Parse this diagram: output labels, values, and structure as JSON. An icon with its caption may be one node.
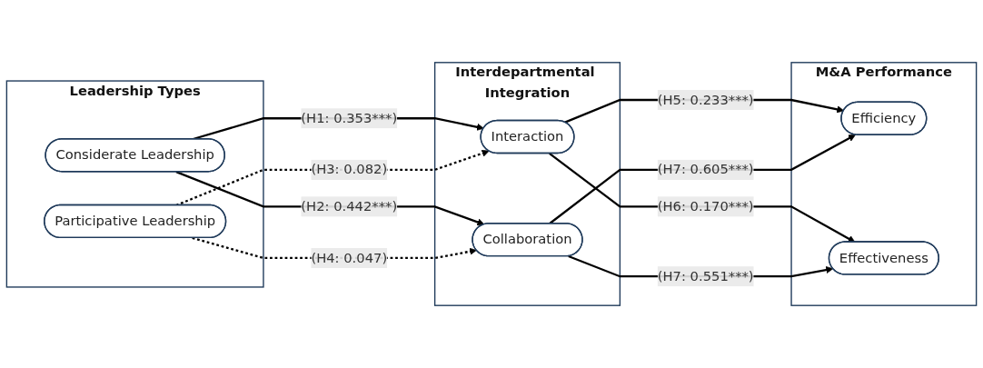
{
  "diagram": {
    "nodes": [
      {
        "text": [
          "Leadership Types"
        ]
      },
      {
        "text": [
          "Considerate Leadership"
        ],
        "in": 0
      },
      {
        "text": [
          "Participative Leadership"
        ],
        "in": 0
      },
      {
        "text": [
          "Interdepartmental Integration"
        ]
      },
      {
        "text": [
          "Interaction"
        ],
        "in": 3
      },
      {
        "text": [
          "Collaboration"
        ],
        "in": 3
      },
      {
        "text": [
          "M&A Performance"
        ]
      },
      {
        "text": [
          "Efficiency"
        ],
        "in": 6
      },
      {
        "text": [
          "Effectiveness"
        ],
        "in": 6
      }
    ],
    "edges": [
      {
        "from": 1,
        "to": 4,
        "arrow": "to",
        "label": "(H1: 0.353***)"
      },
      {
        "from": 1,
        "to": 5,
        "arrow": "to",
        "label": "(H2: 0.442***)"
      },
      {
        "from": 2,
        "to": 4,
        "arrow": "to",
        "label": "(H3: 0.082)",
        "style": "dashed"
      },
      {
        "from": 2,
        "to": 5,
        "arrow": "to",
        "label": "(H4: 0.047)",
        "style": "dashed"
      },
      {
        "from": 4,
        "to": 7,
        "arrow": "to",
        "label": "(H5: 0.233***)"
      },
      {
        "from": 4,
        "to": 8,
        "arrow": "to",
        "label": "(H6: 0.170***)"
      },
      {
        "from": 5,
        "to": 7,
        "arrow": "to",
        "label": "(H7: 0.605***)"
      },
      {
        "from": 5,
        "to": 8,
        "arrow": "to",
        "label": "(H7: 0.551***)"
      }
    ]
  }
}
